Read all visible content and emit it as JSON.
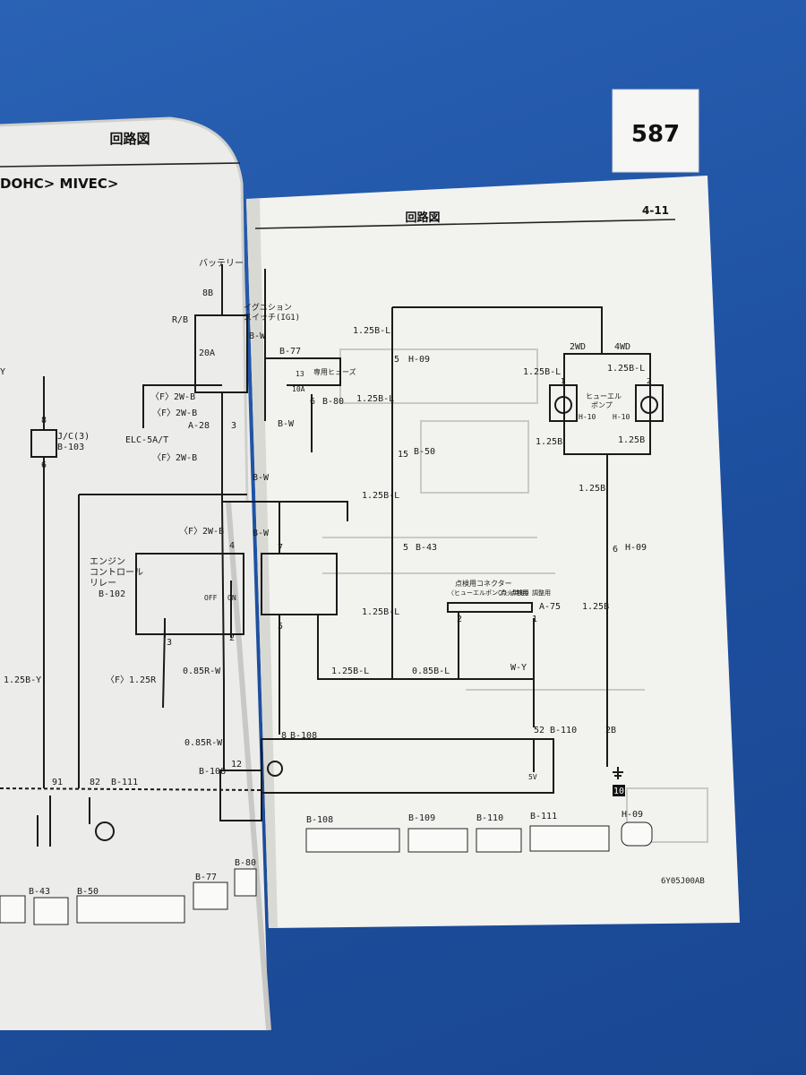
{
  "tag": {
    "number": "587"
  },
  "left_page": {
    "header": {
      "title": "回路図",
      "subtitle": "DOHC> MIVEC>"
    },
    "labels": {
      "battery": "バッテリー",
      "rb": "R/B",
      "fuse_20a": "20A",
      "pos_8b": "8B",
      "ignition": "イグニション",
      "ignition2": "スイッチ(IG1)",
      "w_bw": "B-W",
      "b77": "B-77",
      "f2wb_1": "〈F〉2W-B",
      "w_a28": "A-28",
      "pin3": "3",
      "elc": "ELC-5A/T",
      "f2wb_2": "〈F〉2W-B",
      "f2wb_3": "〈F〉2W-B",
      "pin4": "4",
      "engine_relay_1": "エンジン",
      "engine_relay_2": "コントロール",
      "engine_relay_3": "リレー",
      "b102": "B-102",
      "off": "OFF",
      "on": "ON",
      "pin3b": "3",
      "pin2": "2",
      "f125r": "〈F〉1.25R",
      "w085rw_1": "0.85R-W",
      "w085rw_2": "0.85R-W",
      "b108": "B-108",
      "pin12": "12",
      "jc3": "J/C(3)",
      "b103": "B-103",
      "pin8": "8",
      "pin6": "6",
      "y": "Y",
      "w125by": "1.25B-Y",
      "pin91": "91",
      "pin82": "82",
      "b111": "B-111",
      "conn_b43": "B-43",
      "conn_b50": "B-50",
      "conn_b77": "B-77",
      "conn_b80": "B-80"
    }
  },
  "right_page": {
    "header": {
      "title": "回路図",
      "page_no": "4-11"
    },
    "labels": {
      "w125bl_1": "1.25B-L",
      "pin5": "5",
      "h09_1": "H-09",
      "w125bl_2": "1.25B-L",
      "pin15": "15",
      "b50": "B-50",
      "w125bl_3": "1.25B-L",
      "pin5b": "5",
      "b43": "B-43",
      "w125bl_4": "1.25B-L",
      "w125bl_5": "1.25B-L",
      "w085bl": "0.85B-L",
      "fuse_10a": "10A",
      "dedicated_fuse": "専用ヒューズ",
      "pin13": "13",
      "pin6r": "6",
      "b80": "B-80",
      "w_bw2": "B-W",
      "w_bw3": "B-W",
      "w_bw4": "B-W",
      "pin7": "7",
      "pin5c": "5",
      "pin8r": "8",
      "b108r": "B-108",
      "check_conn": "点検用コネクター",
      "fuel_pump_check": "〈ヒューエルポンプ〉点検用",
      "ignition_timing": "〈点火時期〉調整用",
      "a75": "A-75",
      "pin2r": "2",
      "pin1r": "1",
      "wy": "W-Y",
      "pin52": "52",
      "b110": "B-110",
      "v5": "5V",
      "w2wd": "2WD",
      "w4wd": "4WD",
      "w125bl_6": "1.25B-L",
      "w125bl_7": "1.25B-L",
      "fuel_pump_1": "ヒューエル",
      "fuel_pump_2": "ポンプ",
      "h10a": "H-10",
      "h10b": "H-10",
      "pin1a": "1",
      "pin2a": "2",
      "w125b_1": "1.25B",
      "w125b_2": "1.25B",
      "w125b_3": "1.25B",
      "pin6h": "6",
      "h09_2": "H-09",
      "w125b_4": "1.25B",
      "pin2b": "2B",
      "ground10": "10",
      "conn_b108": "B-108",
      "conn_b109": "B-109",
      "conn_b110": "B-110",
      "conn_b111": "B-111",
      "conn_h09": "H-09",
      "code": "6Y05J00AB"
    }
  }
}
